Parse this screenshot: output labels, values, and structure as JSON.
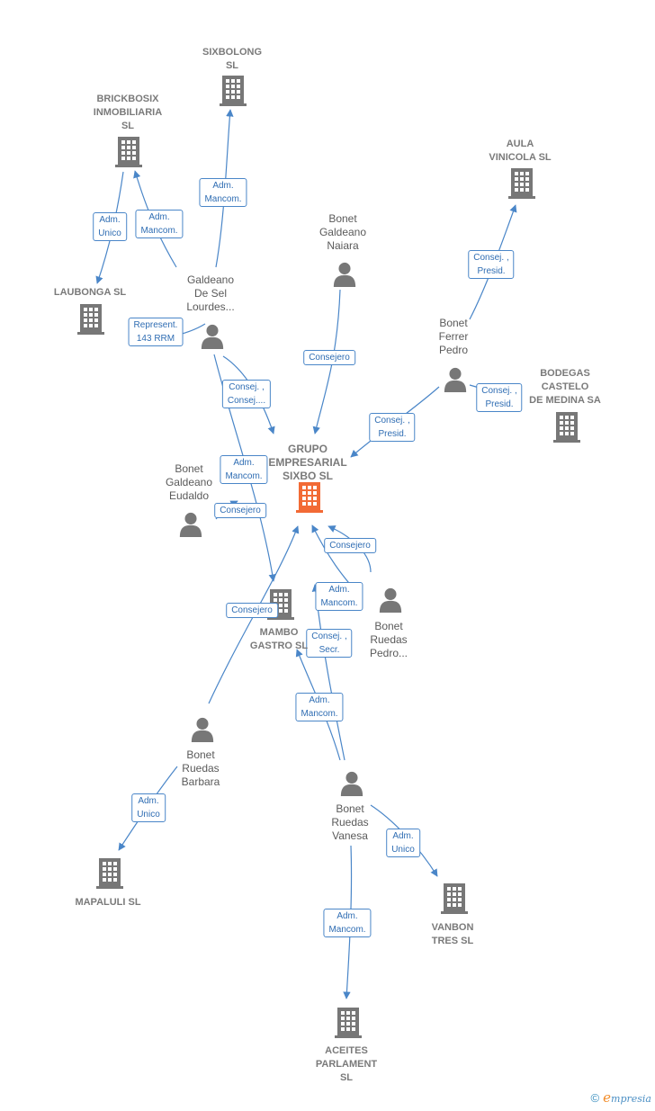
{
  "colors": {
    "edge": "#4a86c8",
    "icon": "#777777",
    "main_icon": "#f26a35"
  },
  "nodes": {
    "grupo": {
      "lines": [
        "GRUPO",
        "EMPRESARIAL",
        "SIXBO  SL"
      ],
      "kind": "main"
    },
    "sixbolong": {
      "lines": [
        "SIXBOLONG",
        "SL"
      ],
      "kind": "company"
    },
    "brickbosix": {
      "lines": [
        "BRICKBOSIX",
        "INMOBILIARIA",
        "SL"
      ],
      "kind": "company"
    },
    "laubonga": {
      "lines": [
        "LAUBONGA  SL"
      ],
      "kind": "company"
    },
    "aula": {
      "lines": [
        "AULA",
        "VINICOLA  SL"
      ],
      "kind": "company"
    },
    "bodegas": {
      "lines": [
        "BODEGAS",
        "CASTELO",
        "DE MEDINA SA"
      ],
      "kind": "company"
    },
    "mambo": {
      "lines": [
        "MAMBO",
        "GASTRO  SL"
      ],
      "kind": "company"
    },
    "mapaluli": {
      "lines": [
        "MAPALULI  SL"
      ],
      "kind": "company"
    },
    "vanbon": {
      "lines": [
        "VANBON",
        "TRES  SL"
      ],
      "kind": "company"
    },
    "aceites": {
      "lines": [
        "ACEITES",
        "PARLAMENT",
        "SL"
      ],
      "kind": "company"
    },
    "galdeano_lourdes": {
      "lines": [
        "Galdeano",
        "De Sel",
        "Lourdes..."
      ],
      "kind": "person"
    },
    "naiara": {
      "lines": [
        "Bonet",
        "Galdeano",
        "Naiara"
      ],
      "kind": "person"
    },
    "ferrer": {
      "lines": [
        "Bonet",
        "Ferrer",
        "Pedro"
      ],
      "kind": "person"
    },
    "eudaldo": {
      "lines": [
        "Bonet",
        "Galdeano",
        "Eudaldo"
      ],
      "kind": "person"
    },
    "ruedas_pedro": {
      "lines": [
        "Bonet",
        "Ruedas",
        "Pedro..."
      ],
      "kind": "person"
    },
    "barbara": {
      "lines": [
        "Bonet",
        "Ruedas",
        "Barbara"
      ],
      "kind": "person"
    },
    "vanesa": {
      "lines": [
        "Bonet",
        "Ruedas",
        "Vanesa"
      ],
      "kind": "person"
    }
  },
  "edges": [
    {
      "label": [
        "Adm.",
        "Mancom."
      ]
    },
    {
      "label": [
        "Adm.",
        "Mancom."
      ]
    },
    {
      "label": [
        "Adm.",
        "Unico"
      ]
    },
    {
      "label": [
        "Represent.",
        "143 RRM"
      ]
    },
    {
      "label": [
        "Consej. ,",
        "Consej...."
      ]
    },
    {
      "label": [
        "Adm.",
        "Mancom."
      ]
    },
    {
      "label": [
        "Consejero"
      ]
    },
    {
      "label": [
        "Consej. ,",
        "Presid."
      ]
    },
    {
      "label": [
        "Consej. ,",
        "Presid."
      ]
    },
    {
      "label": [
        "Consej. ,",
        "Presid."
      ]
    },
    {
      "label": [
        "Consejero"
      ]
    },
    {
      "label": [
        "Consejero"
      ]
    },
    {
      "label": [
        "Adm.",
        "Mancom."
      ]
    },
    {
      "label": [
        "Consejero"
      ]
    },
    {
      "label": [
        "Adm.",
        "Unico"
      ]
    },
    {
      "label": [
        "Consej. ,",
        "Secr."
      ]
    },
    {
      "label": [
        "Adm.",
        "Mancom."
      ]
    },
    {
      "label": [
        "Adm.",
        "Unico"
      ]
    },
    {
      "label": [
        "Adm.",
        "Mancom."
      ]
    }
  ],
  "footer": {
    "copyright": "©",
    "brand_e": "e",
    "brand_rest": "mpresia"
  }
}
